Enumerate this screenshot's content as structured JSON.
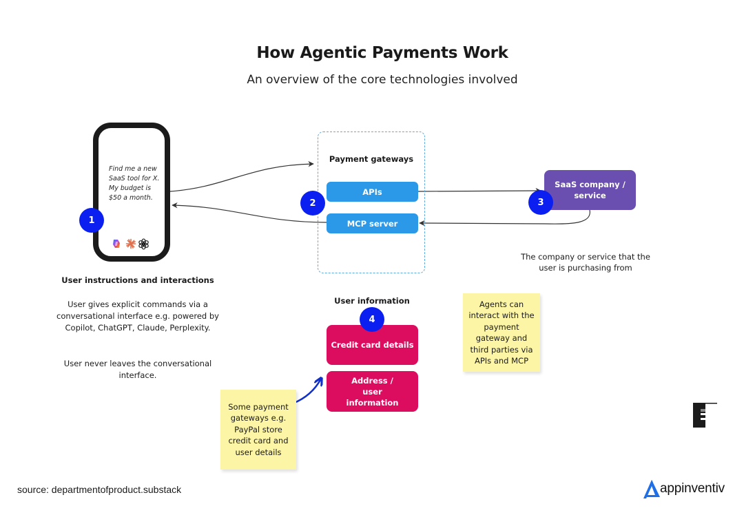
{
  "header": {
    "title": "How Agentic Payments Work",
    "subtitle": "An overview of the core technologies involved"
  },
  "phone": {
    "prompt_lines": [
      "Find me a new",
      "SaaS tool for X.",
      "My budget is",
      "$50 a month."
    ],
    "ai_icons": [
      "copilot-icon",
      "claude-icon",
      "chatgpt-icon"
    ]
  },
  "steps": {
    "step1": "1",
    "step2": "2",
    "step3": "3",
    "step4": "4"
  },
  "user_section": {
    "heading": "User instructions and interactions",
    "description": "User gives explicit commands via a conversational interface e.g. powered by Copilot, ChatGPT, Claude, Perplexity.",
    "note": "User never leaves the conversational interface."
  },
  "gateway": {
    "label": "Payment gateways",
    "apis": "APIs",
    "mcp": "MCP server"
  },
  "saas": {
    "label": "SaaS company / service",
    "description": "The company or service that the user is purchasing from"
  },
  "user_info": {
    "label": "User information",
    "credit_card": "Credit card details",
    "address": "Address / user information"
  },
  "stickies": {
    "agents_note": "Agents can interact with the payment gateway and third parties via APIs and MCP",
    "paypal_note": "Some payment gateways e.g. PayPal store credit card and user details"
  },
  "footer": {
    "source": "source: departmentofproduct.substack",
    "brand": "appinventiv"
  },
  "colors": {
    "step_badge": "#0a1ff0",
    "gateway_button": "#2b98e8",
    "saas_box": "#6a4fb0",
    "user_info_box": "#dc0c5f",
    "sticky": "#fcf5a6",
    "brand_blue": "#1f6fe8"
  }
}
